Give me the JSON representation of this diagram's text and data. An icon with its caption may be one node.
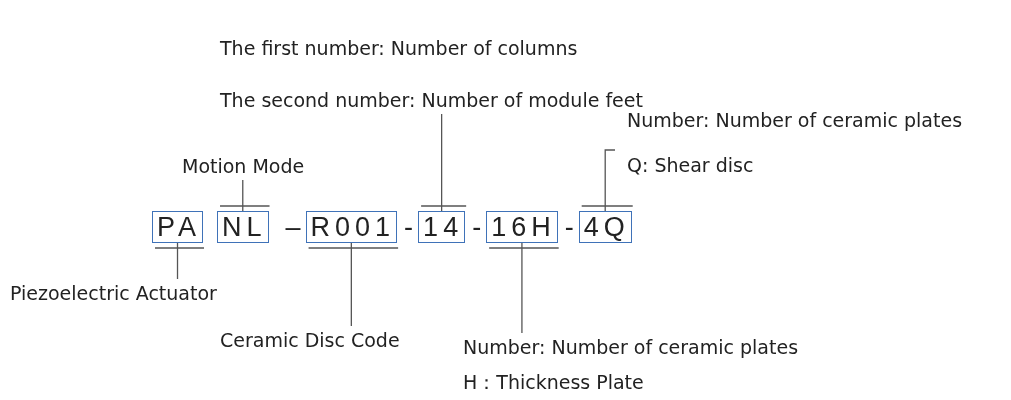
{
  "diagram": {
    "nodes": [
      {
        "text": [
          "PA"
        ]
      },
      {
        "text": [
          "NL"
        ]
      },
      {
        "text": [
          "R001"
        ]
      },
      {
        "text": [
          "14"
        ]
      },
      {
        "text": [
          "16H"
        ]
      },
      {
        "text": [
          "4Q"
        ]
      },
      {
        "text": [
          "Piezoelectric Actuator"
        ]
      },
      {
        "text": [
          "Motion Mode"
        ]
      },
      {
        "text": [
          "Ceramic Disc Code"
        ]
      },
      {
        "text": [
          "The first number: Number of columns",
          "The second number: Number of module feet"
        ]
      },
      {
        "text": [
          "Number: Number of ceramic plates",
          "Q: Shear disc"
        ]
      },
      {
        "text": [
          "Number: Number of ceramic plates",
          "H：Thickness Plate"
        ]
      }
    ],
    "edges": [
      {
        "from": 6,
        "to": 0,
        "arrow": "none"
      },
      {
        "from": 7,
        "to": 1,
        "arrow": "none"
      },
      {
        "from": 8,
        "to": 2,
        "arrow": "none"
      },
      {
        "from": 9,
        "to": 3,
        "arrow": "none"
      },
      {
        "from": 11,
        "to": 4,
        "arrow": "none"
      },
      {
        "from": 10,
        "to": 5,
        "arrow": "none"
      }
    ],
    "labels": [
      "–",
      "-",
      "-",
      "-"
    ]
  }
}
